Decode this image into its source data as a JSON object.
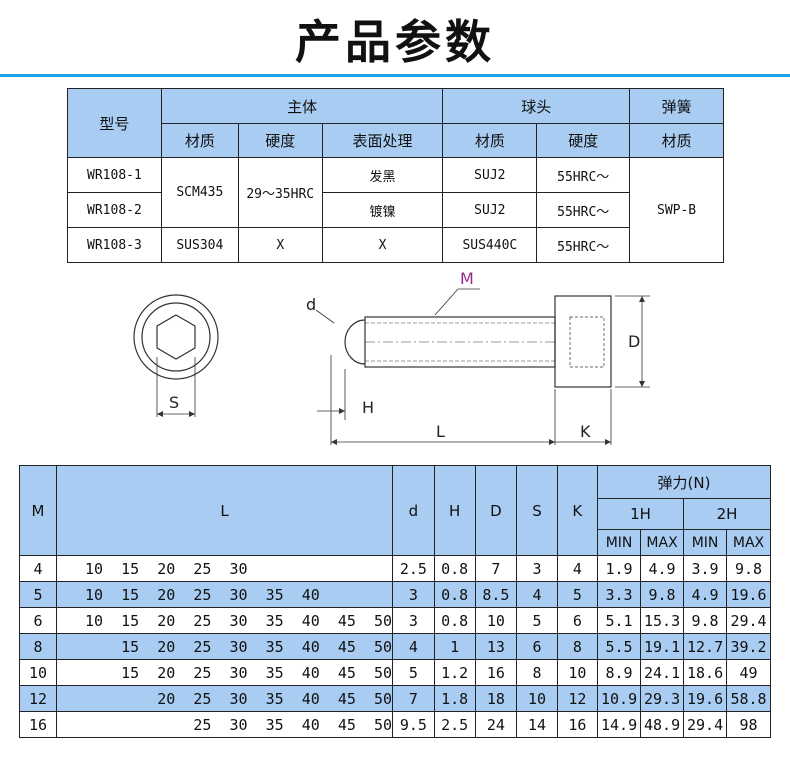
{
  "title": "产品参数",
  "materials": {
    "model_header": "型号",
    "groups": [
      "主体",
      "球头",
      "弹簧"
    ],
    "sub_headers": [
      "材质",
      "硬度",
      "表面处理",
      "材质",
      "硬度",
      "材质"
    ],
    "rows": [
      {
        "model": "WR108-1",
        "body_material": "SCM435",
        "body_hardness": "29～35HRC",
        "surface": "发黑",
        "ball_material": "SUJ2",
        "ball_hardness": "55HRC～",
        "spring_material": "SWP-B"
      },
      {
        "model": "WR108-2",
        "surface": "镀镍",
        "ball_material": "SUJ2",
        "ball_hardness": "55HRC～"
      },
      {
        "model": "WR108-3",
        "body_material": "SUS304",
        "body_hardness": "X",
        "surface": "X",
        "ball_material": "SUS440C",
        "ball_hardness": "55HRC～"
      }
    ]
  },
  "drawing": {
    "labels": {
      "M": "M",
      "d": "d",
      "D": "D",
      "S": "S",
      "H": "H",
      "L": "L",
      "K": "K"
    },
    "colors": {
      "M": "#9b2a8c",
      "lines": "#333333"
    }
  },
  "dims": {
    "headers": {
      "M": "M",
      "L": "L",
      "d": "d",
      "H": "H",
      "D": "D",
      "S": "S",
      "K": "K",
      "force": "弹力(N)",
      "h1": "1H",
      "h2": "2H",
      "min": "MIN",
      "max": "MAX"
    },
    "rows": [
      {
        "M": "4",
        "L": "10  15  20  25  30",
        "d": "2.5",
        "H": "0.8",
        "D": "7",
        "S": "3",
        "K": "4",
        "min1": "1.9",
        "max1": "4.9",
        "min2": "3.9",
        "max2": "9.8"
      },
      {
        "M": "5",
        "L": "10  15  20  25  30  35  40",
        "d": "3",
        "H": "0.8",
        "D": "8.5",
        "S": "4",
        "K": "5",
        "min1": "3.3",
        "max1": "9.8",
        "min2": "4.9",
        "max2": "19.6"
      },
      {
        "M": "6",
        "L": "10  15  20  25  30  35  40  45  50",
        "d": "3",
        "H": "0.8",
        "D": "10",
        "S": "5",
        "K": "6",
        "min1": "5.1",
        "max1": "15.3",
        "min2": "9.8",
        "max2": "29.4"
      },
      {
        "M": "8",
        "L": "    15  20  25  30  35  40  45  50",
        "d": "4",
        "H": "1",
        "D": "13",
        "S": "6",
        "K": "8",
        "min1": "5.5",
        "max1": "19.1",
        "min2": "12.7",
        "max2": "39.2"
      },
      {
        "M": "10",
        "L": "    15  20  25  30  35  40  45  50",
        "d": "5",
        "H": "1.2",
        "D": "16",
        "S": "8",
        "K": "10",
        "min1": "8.9",
        "max1": "24.1",
        "min2": "18.6",
        "max2": "49"
      },
      {
        "M": "12",
        "L": "        20  25  30  35  40  45  50",
        "d": "7",
        "H": "1.8",
        "D": "18",
        "S": "10",
        "K": "12",
        "min1": "10.9",
        "max1": "29.3",
        "min2": "19.6",
        "max2": "58.8"
      },
      {
        "M": "16",
        "L": "            25  30  35  40  45  50",
        "d": "9.5",
        "H": "2.5",
        "D": "24",
        "S": "14",
        "K": "16",
        "min1": "14.9",
        "max1": "48.9",
        "min2": "29.4",
        "max2": "98"
      }
    ]
  }
}
